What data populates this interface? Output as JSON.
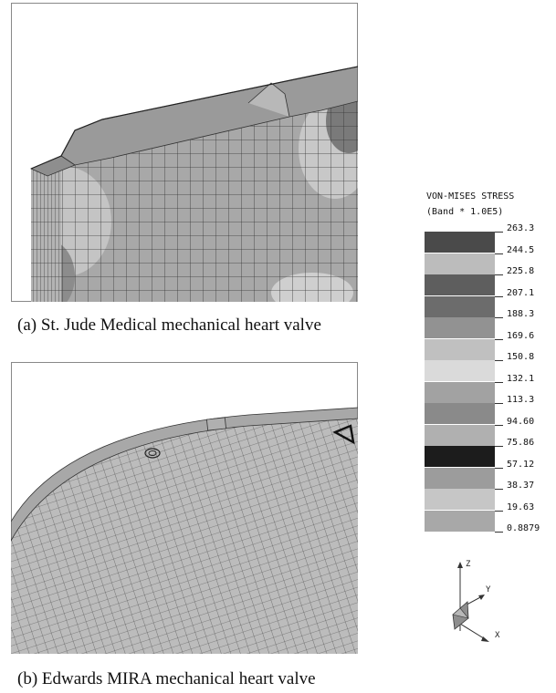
{
  "panels": [
    {
      "caption": "(a) St. Jude Medical mechanical heart valve"
    },
    {
      "caption": "(b) Edwards MIRA mechanical heart valve"
    }
  ],
  "legend": {
    "title": "VON-MISES STRESS",
    "subtitle": "(Band * 1.0E5)",
    "values": [
      "263.3",
      "244.5",
      "225.8",
      "207.1",
      "188.3",
      "169.6",
      "150.8",
      "132.1",
      "113.3",
      "94.60",
      "75.86",
      "57.12",
      "38.37",
      "19.63",
      "0.8879"
    ],
    "band_colors": [
      "#4a4a4a",
      "#bcbcbc",
      "#5e5e5e",
      "#6c6c6c",
      "#929292",
      "#c0c0c0",
      "#dadada",
      "#a2a2a2",
      "#8a8a8a",
      "#b0b0b0",
      "#1c1c1c",
      "#9c9c9c",
      "#c6c6c6",
      "#a8a8a8"
    ]
  },
  "axes": {
    "z": "Z",
    "y": "Y",
    "x": "X"
  }
}
